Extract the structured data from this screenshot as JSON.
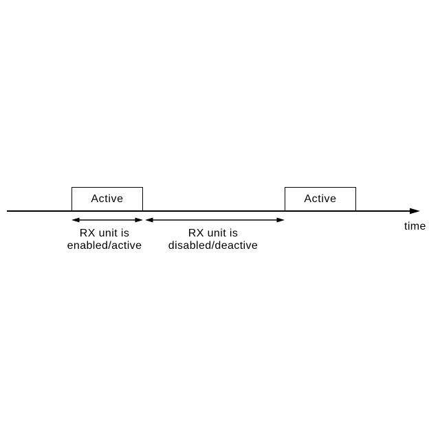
{
  "diagram": {
    "type": "timing-diagram",
    "background_color": "#ffffff",
    "line_color": "#000000",
    "axis": {
      "label": "time"
    },
    "pulses": [
      {
        "label": "Active"
      },
      {
        "label": "Active"
      }
    ],
    "intervals": [
      {
        "line1": "RX unit is",
        "line2": "enabled/active"
      },
      {
        "line1": "RX unit is",
        "line2": "disabled/deactive"
      }
    ]
  }
}
